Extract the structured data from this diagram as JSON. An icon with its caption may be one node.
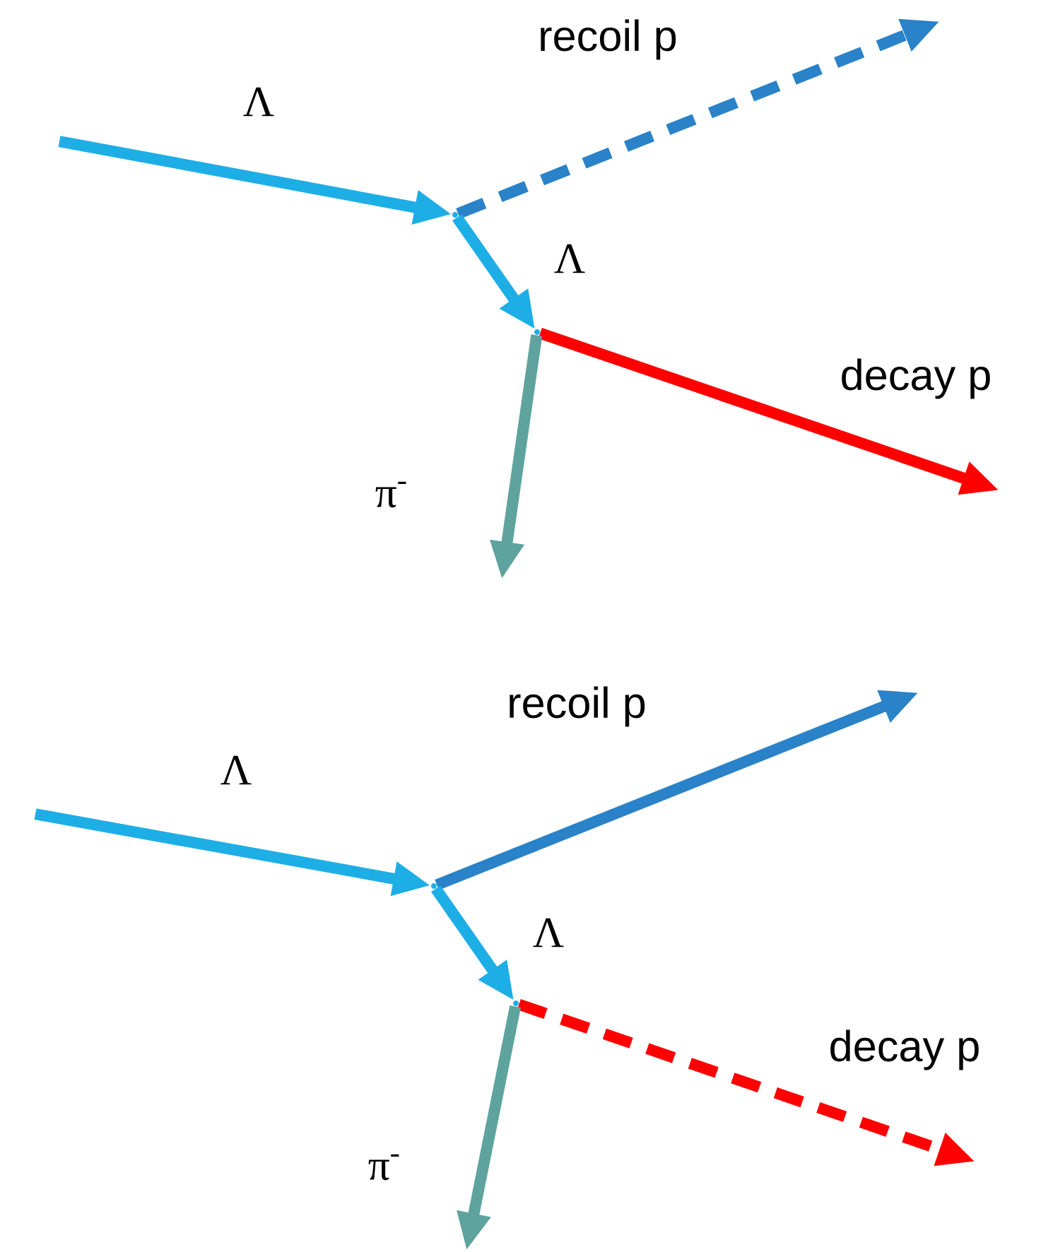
{
  "diagram": {
    "nodes": [
      {
        "text": [],
        "shape": "point"
      },
      {
        "text": [],
        "shape": "point"
      },
      {
        "text": [],
        "shape": "point"
      },
      {
        "text": [],
        "shape": "point"
      }
    ],
    "edges": [
      {
        "from": null,
        "to": 0,
        "arrow": "to",
        "label": "Λ",
        "color": "#1eaee6"
      },
      {
        "from": 0,
        "to": null,
        "arrow": "to",
        "label": "recoil p",
        "style": "dashed",
        "color": "#2a82c8"
      },
      {
        "from": 0,
        "to": 1,
        "arrow": "to",
        "label": "Λ",
        "color": "#1eaee6"
      },
      {
        "from": 1,
        "to": null,
        "arrow": "to",
        "label": "decay p",
        "color": "#ff0000"
      },
      {
        "from": 1,
        "to": null,
        "arrow": "to",
        "label": "π$^{-}$",
        "color": "#5ea39e"
      },
      {
        "from": null,
        "to": 2,
        "arrow": "to",
        "label": "Λ",
        "color": "#1eaee6"
      },
      {
        "from": 2,
        "to": null,
        "arrow": "to",
        "label": "recoil p",
        "color": "#2a82c8"
      },
      {
        "from": 2,
        "to": 3,
        "arrow": "to",
        "label": "Λ",
        "color": "#1eaee6"
      },
      {
        "from": 3,
        "to": null,
        "arrow": "to",
        "label": "decay p",
        "style": "dashed",
        "color": "#ff0000"
      },
      {
        "from": 3,
        "to": null,
        "arrow": "to",
        "label": "π$^{-}$",
        "color": "#5ea39e"
      }
    ]
  }
}
